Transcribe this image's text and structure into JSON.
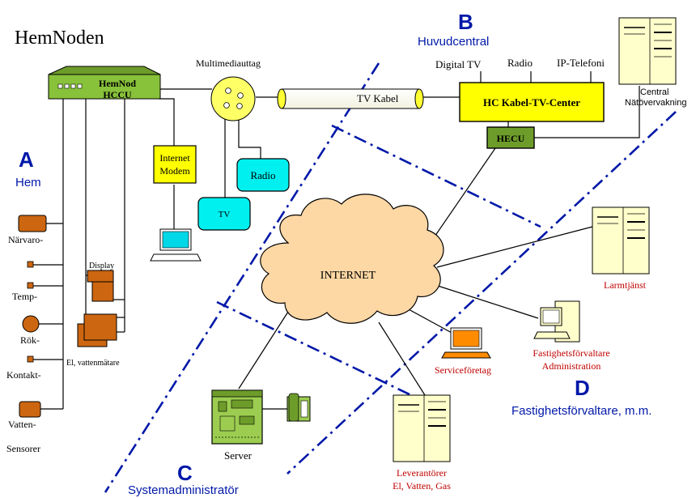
{
  "title": "HemNoden",
  "zones": {
    "a": {
      "letter": "A",
      "name": "Hem"
    },
    "b": {
      "letter": "B",
      "name": "Huvudcentral"
    },
    "c": {
      "letter": "C",
      "name": "Systemadministratör"
    },
    "d": {
      "letter": "D",
      "name": "Fastighetsförvaltare, m.m."
    }
  },
  "hcc": {
    "line1": "HemNod",
    "line2": "HCCU"
  },
  "multimedia_label": "Multimediauttag",
  "tv_cable_label": "TV Kabel",
  "hc_center_label": "HC Kabel-TV-Center",
  "hecu_label": "HECU",
  "services": {
    "digital_tv": "Digital TV",
    "radio": "Radio",
    "ip_phone": "IP-Telefoni"
  },
  "central_label": {
    "line1": "Central",
    "line2": "Nätövervakning"
  },
  "modem": {
    "line1": "Internet",
    "line2": "Modem"
  },
  "radio_box": "Radio",
  "tv_box": "TV",
  "internet_label": "INTERNET",
  "sensors": {
    "presence": "Närvaro-",
    "temp": "Temp-",
    "smoke": "Rök-",
    "contact": "Kontakt-",
    "water": "Vatten-",
    "caption": "Sensorer"
  },
  "display_label": "Display",
  "meters_label": "El, vattenmätare",
  "server_label": "Server",
  "alarm_label": "Larmtjänst",
  "property_manager": {
    "line1": "Fastighetsförvaltare",
    "line2": "Administration"
  },
  "service_company": "Serviceföretag",
  "suppliers": {
    "line1": "Leverantörer",
    "line2": "El, Vatten, Gas"
  },
  "colors": {
    "hcc_green": "#88c13a",
    "yellow": "#ffff00",
    "cyan": "#00f0f0",
    "orange": "#cc6610",
    "cloud": "#fdd7a4",
    "cabinet": "#ffffcc",
    "server_green": "#9ccd50",
    "blue_text": "#0018a8",
    "red_text": "#c00000"
  }
}
